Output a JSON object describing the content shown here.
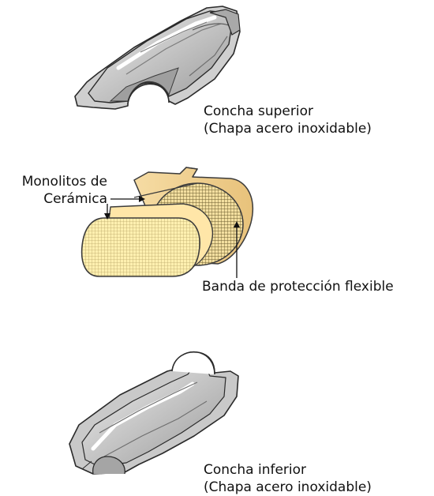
{
  "labels": {
    "upper_shell": [
      "Concha superior",
      "(Chapa acero inoxidable)"
    ],
    "monoliths": [
      "Monolitos de",
      "Cerámica"
    ],
    "band": "Banda de protección flexible",
    "lower_shell": [
      "Concha inferior",
      "(Chapa acero inoxidable)"
    ]
  },
  "colors": {
    "steel_light": "#d9d9d9",
    "steel_mid": "#bdbdbd",
    "steel_dark": "#8f8f8f",
    "band": "#f0cf8e",
    "monolith_face": "#fff0b0",
    "monolith_grid": "#b9a86a"
  }
}
